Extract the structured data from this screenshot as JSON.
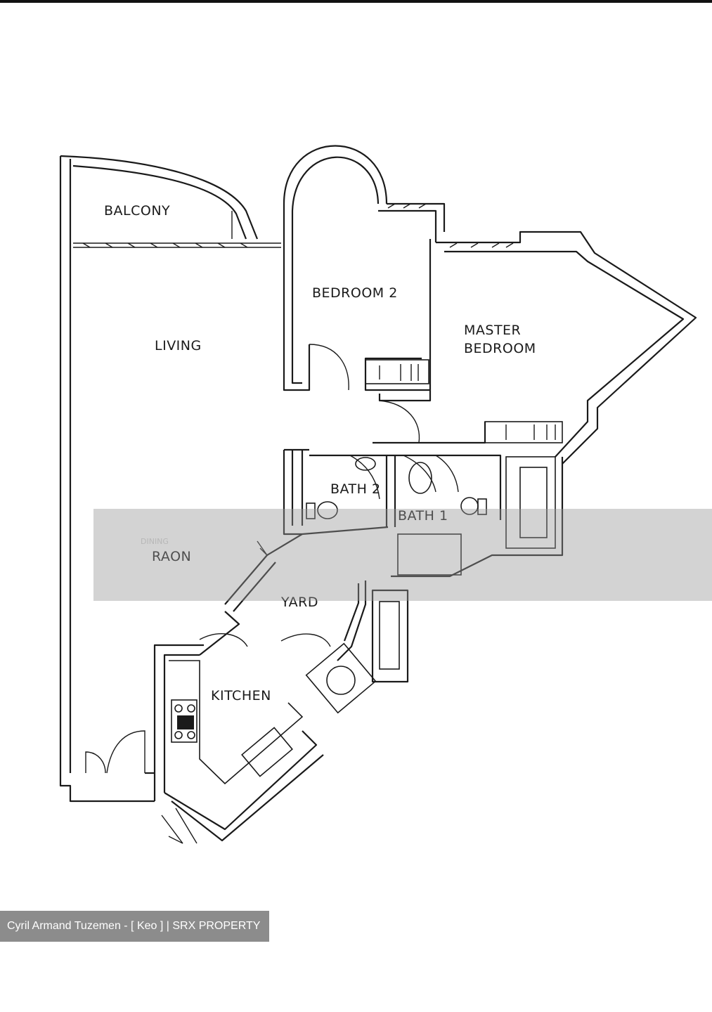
{
  "rooms": {
    "balcony": "BALCONY",
    "living": "LIVING",
    "bedroom2": "BEDROOM 2",
    "master_line1": "MASTER",
    "master_line2": "BEDROOM",
    "bath2": "BATH 2",
    "bath1": "BATH 1",
    "dining": "RAON",
    "dining_ghost": "DINING",
    "yard": "YARD",
    "kitchen": "KITCHEN"
  },
  "credit": "Cyril Armand Tuzemen - [ Keo ] | SRX PROPERTY",
  "colors": {
    "line": "#1a1a1a",
    "band": "#969696",
    "credit_bg": "#8c8c8c"
  }
}
